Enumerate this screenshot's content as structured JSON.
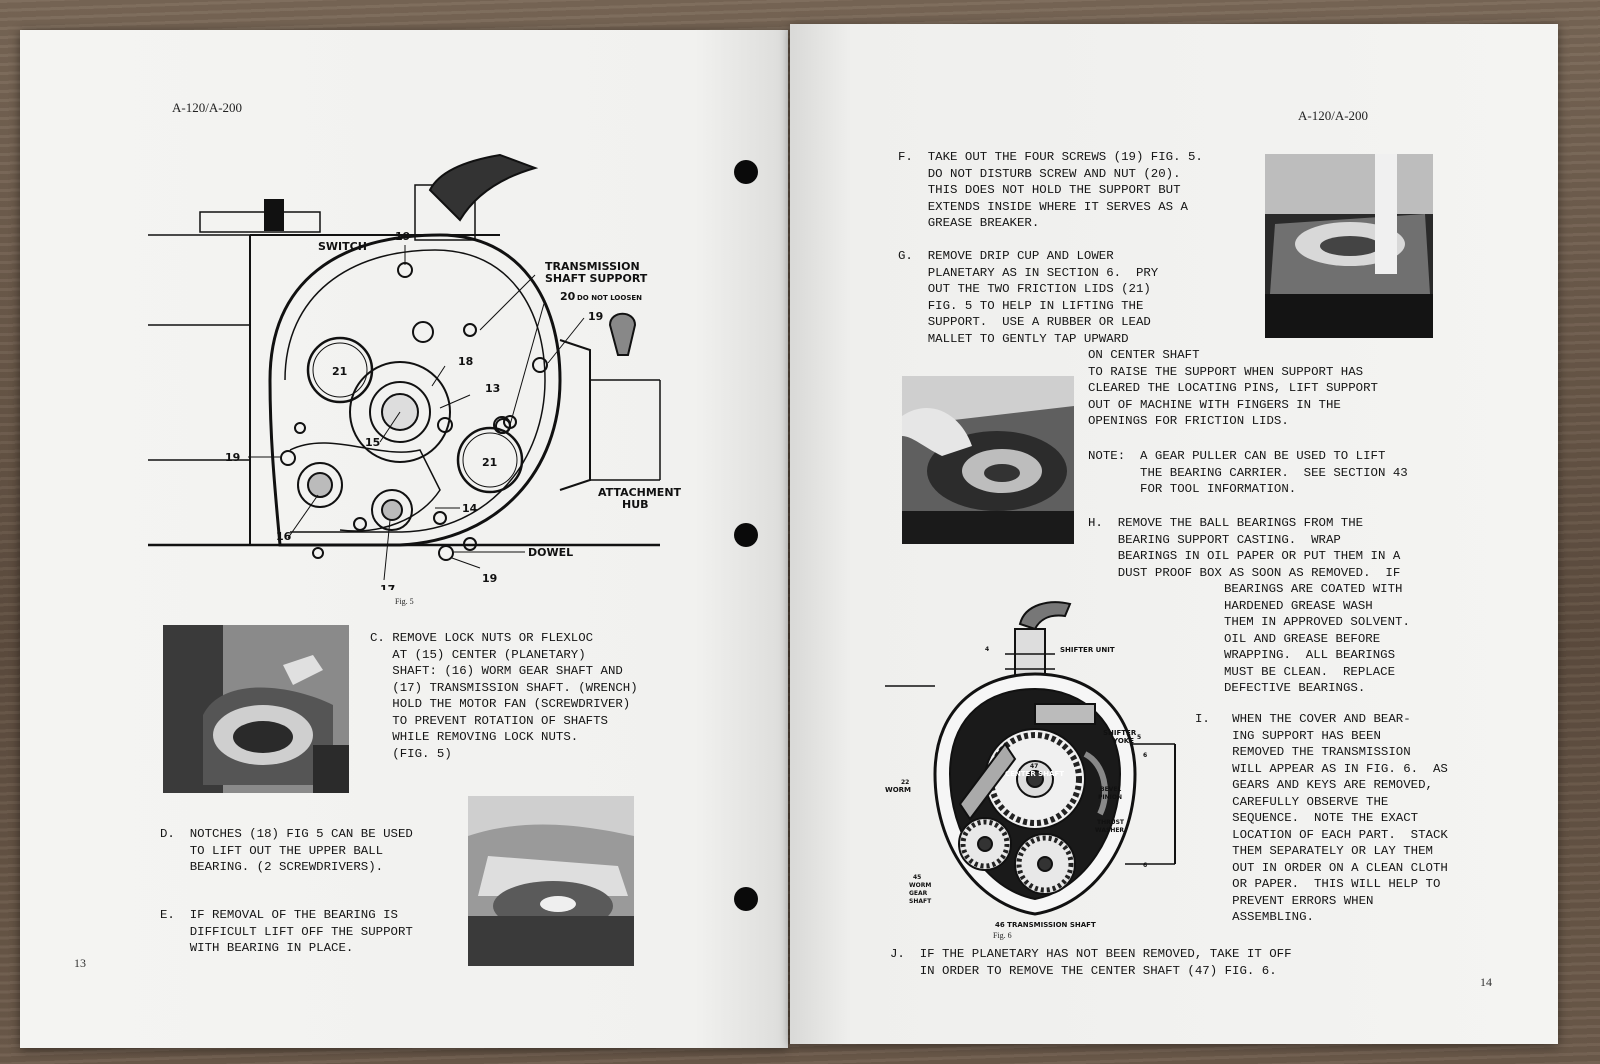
{
  "header_left": "A-120/A-200",
  "header_right": "A-120/A-200",
  "page_left_number": "13",
  "page_right_number": "14",
  "fig5": {
    "caption": "Fig. 5",
    "labels": {
      "switch": "SWITCH",
      "tss1": "TRANSMISSION",
      "tss2": "SHAFT SUPPORT",
      "l20": "20",
      "do_not_loosen": "DO NOT LOOSEN",
      "l19a": "19",
      "l19b": "19",
      "l19c": "19",
      "l19d": "19",
      "l18": "18",
      "l13": "13",
      "l21a": "21",
      "l21b": "21",
      "l15": "15",
      "l16": "16",
      "l17": "17",
      "l14": "14",
      "attach1": "ATTACHMENT",
      "attach2": "HUB",
      "dowel": "DOWEL"
    }
  },
  "fig6": {
    "caption": "Fig. 6",
    "labels": {
      "shifter_unit": "SHIFTER UNIT",
      "n4": "4",
      "shifter_yoke1": "SHIFTER",
      "shifter_yoke2": "YOKE",
      "n5": "5",
      "n22": "22",
      "worm": "WORM",
      "n47": "47",
      "center_shaft": "CENTER SHAFT",
      "bevel1": "BEVEL",
      "bevel2": "PINION",
      "thrust1": "THRUST",
      "thrust2": "WASHER",
      "n45": "45",
      "wgs1": "WORM",
      "wgs2": "GEAR",
      "wgs3": "SHAFT",
      "trans_shaft": "46 TRANSMISSION SHAFT",
      "n6a": "6",
      "n6b": "6"
    }
  },
  "left_steps": {
    "c": "C. REMOVE LOCK NUTS OR FLEXLOC\n   AT (15) CENTER (PLANETARY)\n   SHAFT: (16) WORM GEAR SHAFT AND\n   (17) TRANSMISSION SHAFT. (WRENCH)\n   HOLD THE MOTOR FAN (SCREWDRIVER)\n   TO PREVENT ROTATION OF SHAFTS\n   WHILE REMOVING LOCK NUTS.\n   (FIG. 5)",
    "d": "D.  NOTCHES (18) FIG 5 CAN BE USED\n    TO LIFT OUT THE UPPER BALL\n    BEARING. (2 SCREWDRIVERS).",
    "e": "E.  IF REMOVAL OF THE BEARING IS\n    DIFFICULT LIFT OFF THE SUPPORT\n    WITH BEARING IN PLACE."
  },
  "right_steps": {
    "f": "F.  TAKE OUT THE FOUR SCREWS (19) FIG. 5.\n    DO NOT DISTURB SCREW AND NUT (20).\n    THIS DOES NOT HOLD THE SUPPORT BUT\n    EXTENDS INSIDE WHERE IT SERVES AS A\n    GREASE BREAKER.",
    "g1": "G.  REMOVE DRIP CUP AND LOWER\n    PLANETARY AS IN SECTION 6.  PRY\n    OUT THE TWO FRICTION LIDS (21)\n    FIG. 5 TO HELP IN LIFTING THE\n    SUPPORT.  USE A RUBBER OR LEAD\n    MALLET TO GENTLY TAP UPWARD",
    "g2": "ON CENTER SHAFT\nTO RAISE THE SUPPORT WHEN SUPPORT HAS\nCLEARED THE LOCATING PINS, LIFT SUPPORT\nOUT OF MACHINE WITH FINGERS IN THE\nOPENINGS FOR FRICTION LIDS.",
    "note": "NOTE:  A GEAR PULLER CAN BE USED TO LIFT\n       THE BEARING CARRIER.  SEE SECTION 43\n       FOR TOOL INFORMATION.",
    "h1": "H.  REMOVE THE BALL BEARINGS FROM THE\n    BEARING SUPPORT CASTING.  WRAP\n    BEARINGS IN OIL PAPER OR PUT THEM IN A\n    DUST PROOF BOX AS SOON AS REMOVED.  IF",
    "h2": "BEARINGS ARE COATED WITH\nHARDENED GREASE WASH\nTHEM IN APPROVED SOLVENT.\nOIL AND GREASE BEFORE\nWRAPPING.  ALL BEARINGS\nMUST BE CLEAN.  REPLACE\nDEFECTIVE BEARINGS.",
    "i": "I.   WHEN THE COVER AND BEAR-\n     ING SUPPORT HAS BEEN\n     REMOVED THE TRANSMISSION\n     WILL APPEAR AS IN FIG. 6.  AS\n     GEARS AND KEYS ARE REMOVED,\n     CAREFULLY OBSERVE THE\n     SEQUENCE.  NOTE THE EXACT\n     LOCATION OF EACH PART.  STACK\n     THEM SEPARATELY OR LAY THEM\n     OUT IN ORDER ON A CLEAN CLOTH\n     OR PAPER.  THIS WILL HELP TO\n     PREVENT ERRORS WHEN\n     ASSEMBLING.",
    "j": "J.  IF THE PLANETARY HAS NOT BEEN REMOVED, TAKE IT OFF\n    IN ORDER TO REMOVE THE CENTER SHAFT (47) FIG. 6."
  }
}
